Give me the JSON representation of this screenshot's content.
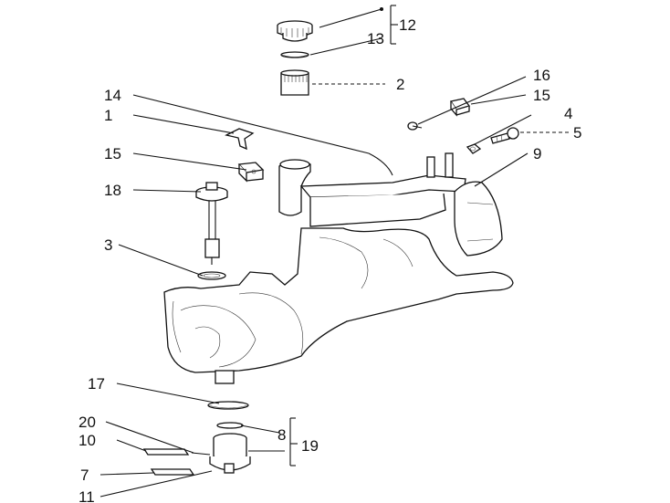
{
  "diagram": {
    "callouts": [
      {
        "id": "c12",
        "label": "12"
      },
      {
        "id": "c13",
        "label": "13"
      },
      {
        "id": "c2",
        "label": "2"
      },
      {
        "id": "c16",
        "label": "16"
      },
      {
        "id": "c15a",
        "label": "15"
      },
      {
        "id": "c14",
        "label": "14"
      },
      {
        "id": "c1",
        "label": "1"
      },
      {
        "id": "c4",
        "label": "4"
      },
      {
        "id": "c5",
        "label": "5"
      },
      {
        "id": "c9",
        "label": "9"
      },
      {
        "id": "c15b",
        "label": "15"
      },
      {
        "id": "c18",
        "label": "18"
      },
      {
        "id": "c3",
        "label": "3"
      },
      {
        "id": "c17",
        "label": "17"
      },
      {
        "id": "c20",
        "label": "20"
      },
      {
        "id": "c8",
        "label": "8"
      },
      {
        "id": "c10",
        "label": "10"
      },
      {
        "id": "c19",
        "label": "19"
      },
      {
        "id": "c7",
        "label": "7"
      },
      {
        "id": "c11",
        "label": "11"
      }
    ]
  }
}
